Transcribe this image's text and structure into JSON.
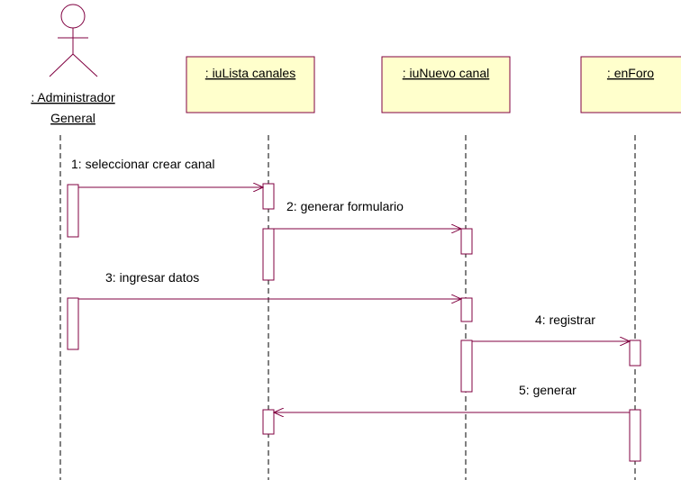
{
  "actor": {
    "name_line1": ": Administrador",
    "name_line2": "General"
  },
  "objects": [
    {
      "label": ": iuLista canales"
    },
    {
      "label": ": iuNuevo canal"
    },
    {
      "label": ": enForo"
    }
  ],
  "messages": [
    {
      "label": "1: seleccionar crear canal"
    },
    {
      "label": "2: generar formulario"
    },
    {
      "label": "3: ingresar datos"
    },
    {
      "label": "4: registrar"
    },
    {
      "label": "5: generar"
    }
  ],
  "colors": {
    "message_line": "#800040",
    "object_fill": "#ffffcc",
    "object_border": "#800040",
    "activation_border": "#800040",
    "lifeline": "#000000"
  }
}
